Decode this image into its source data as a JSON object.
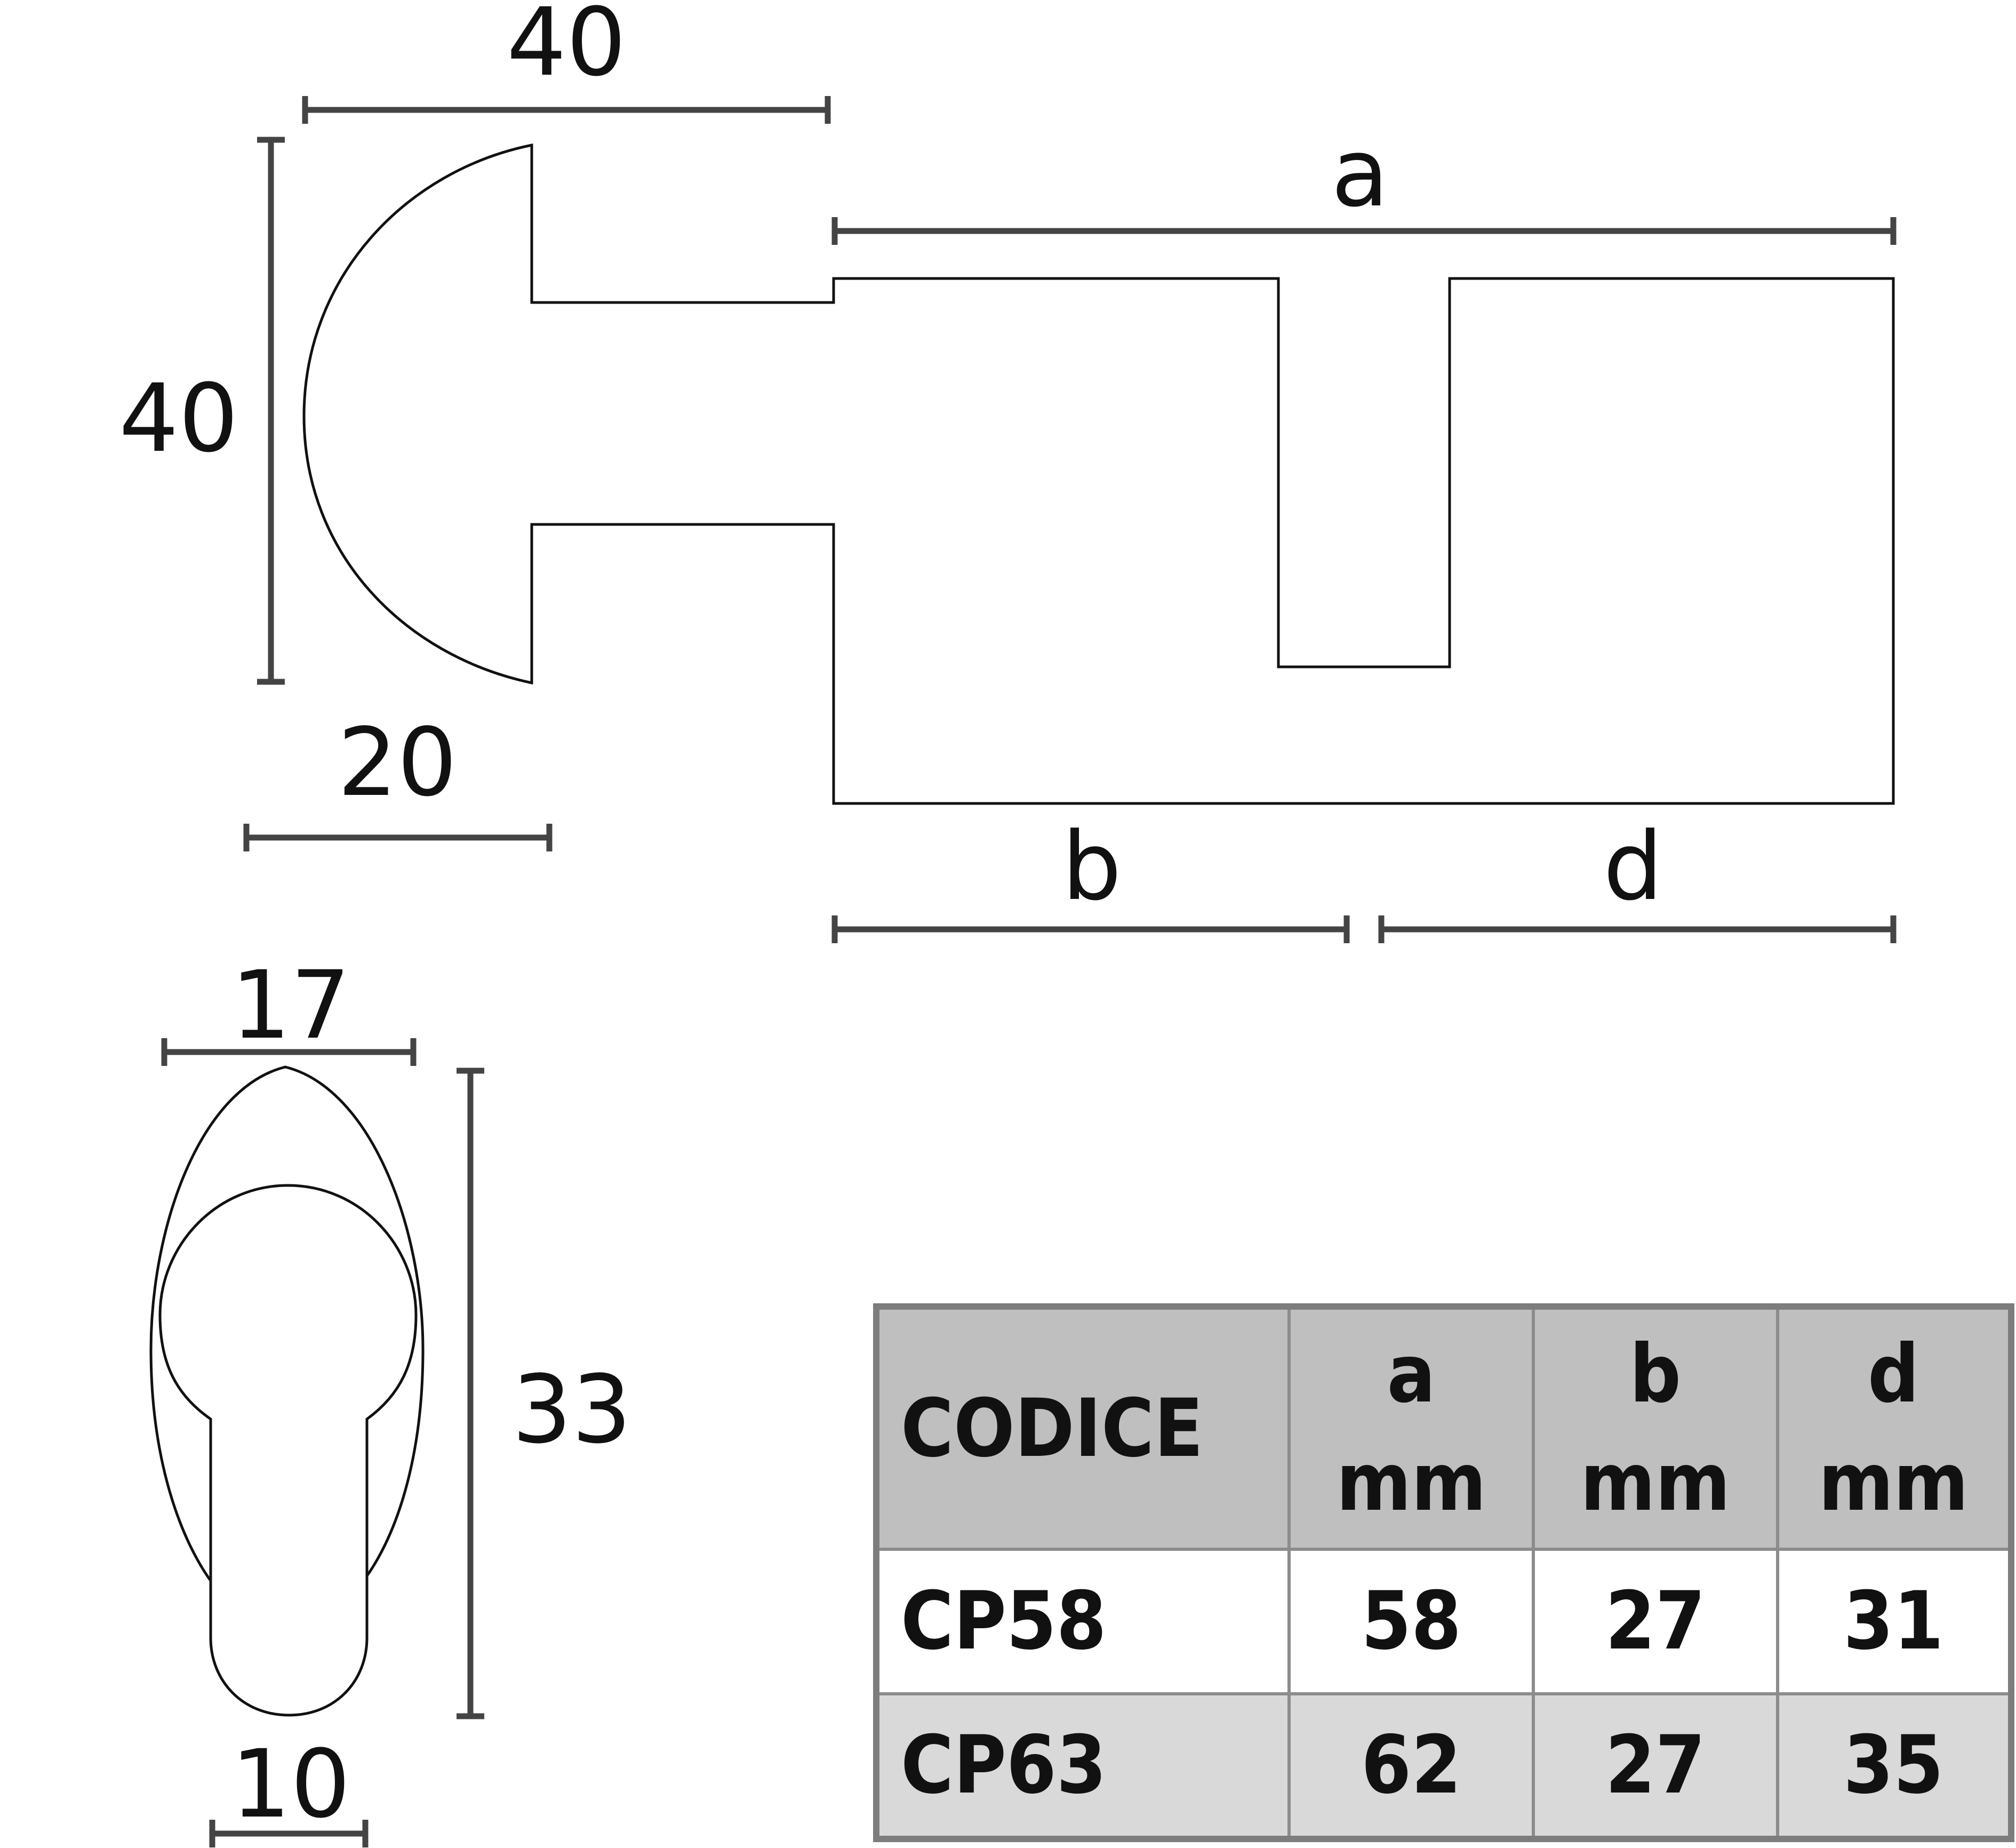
{
  "dimensions": {
    "head_width": "40",
    "head_height": "40",
    "head_depth": "20",
    "total_length": "a",
    "part_b": "b",
    "part_d": "d",
    "rosette_width": "17",
    "rosette_height": "33",
    "key_width": "10"
  },
  "table": {
    "headers": {
      "code": "CODICE",
      "a": "a",
      "b": "b",
      "d": "d",
      "unit": "mm"
    },
    "rows": [
      {
        "code": "CP58",
        "a": "58",
        "b": "27",
        "d": "31"
      },
      {
        "code": "CP63",
        "a": "62",
        "b": "27",
        "d": "35"
      }
    ]
  }
}
